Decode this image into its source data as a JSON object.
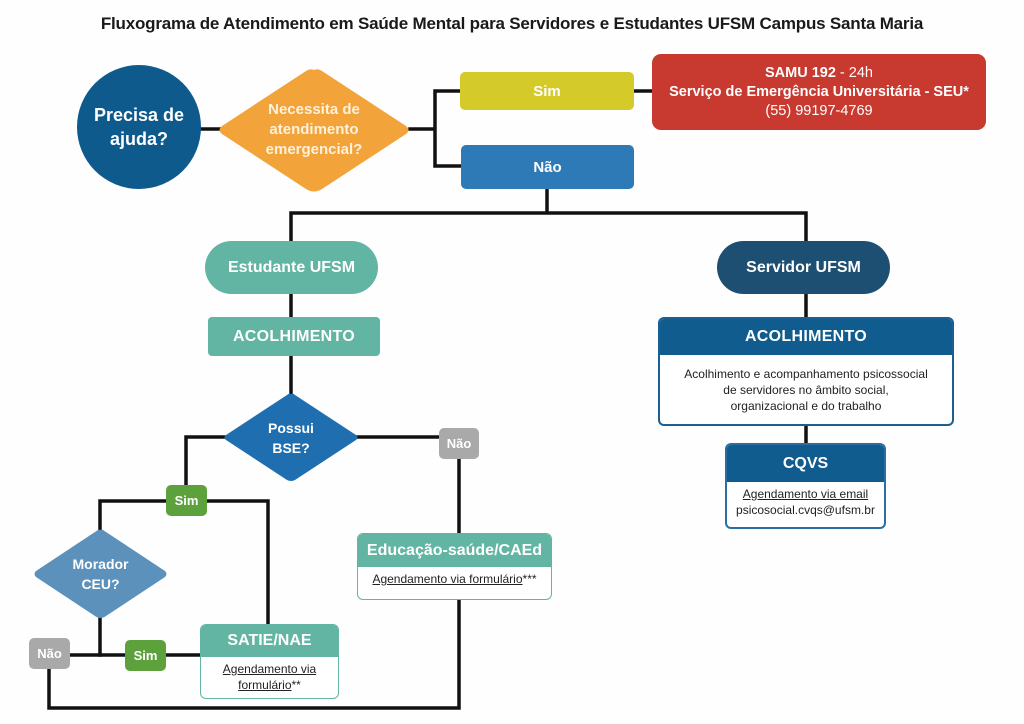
{
  "title": "Fluxograma de Atendimento em Saúde Mental para Servidores e Estudantes UFSM Campus Santa Maria",
  "colors": {
    "start_circle": "#0f5a8c",
    "emergency_decision": "#f2a43a",
    "yes_yellow": "#d4cb2a",
    "no_blue": "#2e7ab6",
    "emergency_red": "#c8392f",
    "student_teal": "#62b5a3",
    "server_navy": "#1d4f73",
    "server_blue": "#105c8f",
    "bse_diamond": "#1f6fb0",
    "ceu_diamond": "#5b91bb",
    "tag_green": "#5da13c",
    "tag_gray": "#a9a9a9",
    "connector": "#111111"
  },
  "start": {
    "label": "Precisa de ajuda?",
    "line1": "Precisa de",
    "line2": "ajuda?"
  },
  "emergency_decision": {
    "label": "Necessita de atendimento emergencial?",
    "line1": "Necessita de",
    "line2": "atendimento",
    "line3": "emergencial?"
  },
  "emergency_yes": {
    "label": "Sim"
  },
  "emergency_no": {
    "label": "Não"
  },
  "emergency_box": {
    "samu": "SAMU 192",
    "samu_hours": " - 24h",
    "service": "Serviço de Emergência Universitária - SEU*",
    "phone": "(55) 99197-4769"
  },
  "student": {
    "label": "Estudante UFSM",
    "acolhimento": "ACOLHIMENTO",
    "bse_decision": {
      "line1": "Possui",
      "line2": "BSE?"
    },
    "bse_yes": "Sim",
    "bse_no": "Não",
    "ceu_decision": {
      "line1": "Morador",
      "line2": "CEU?"
    },
    "ceu_yes": "Sim",
    "ceu_no": "Não",
    "caed": {
      "title": "Educação-saúde/CAEd",
      "link": "Agendamento via formulário",
      "suffix": "***"
    },
    "satie": {
      "title": "SATIE/NAE",
      "link_line1": "Agendamento via",
      "link_line2": "formulário",
      "suffix": "**"
    }
  },
  "server": {
    "label": "Servidor UFSM",
    "acolhimento": {
      "title": "ACOLHIMENTO",
      "line1": "Acolhimento e acompanhamento psicossocial",
      "line2": "de servidores no âmbito social,",
      "line3": "organizacional e do trabalho"
    },
    "cqvs": {
      "title": "CQVS",
      "link": "Agendamento via email",
      "email": "psicosocial.cvqs@ufsm.br"
    }
  }
}
